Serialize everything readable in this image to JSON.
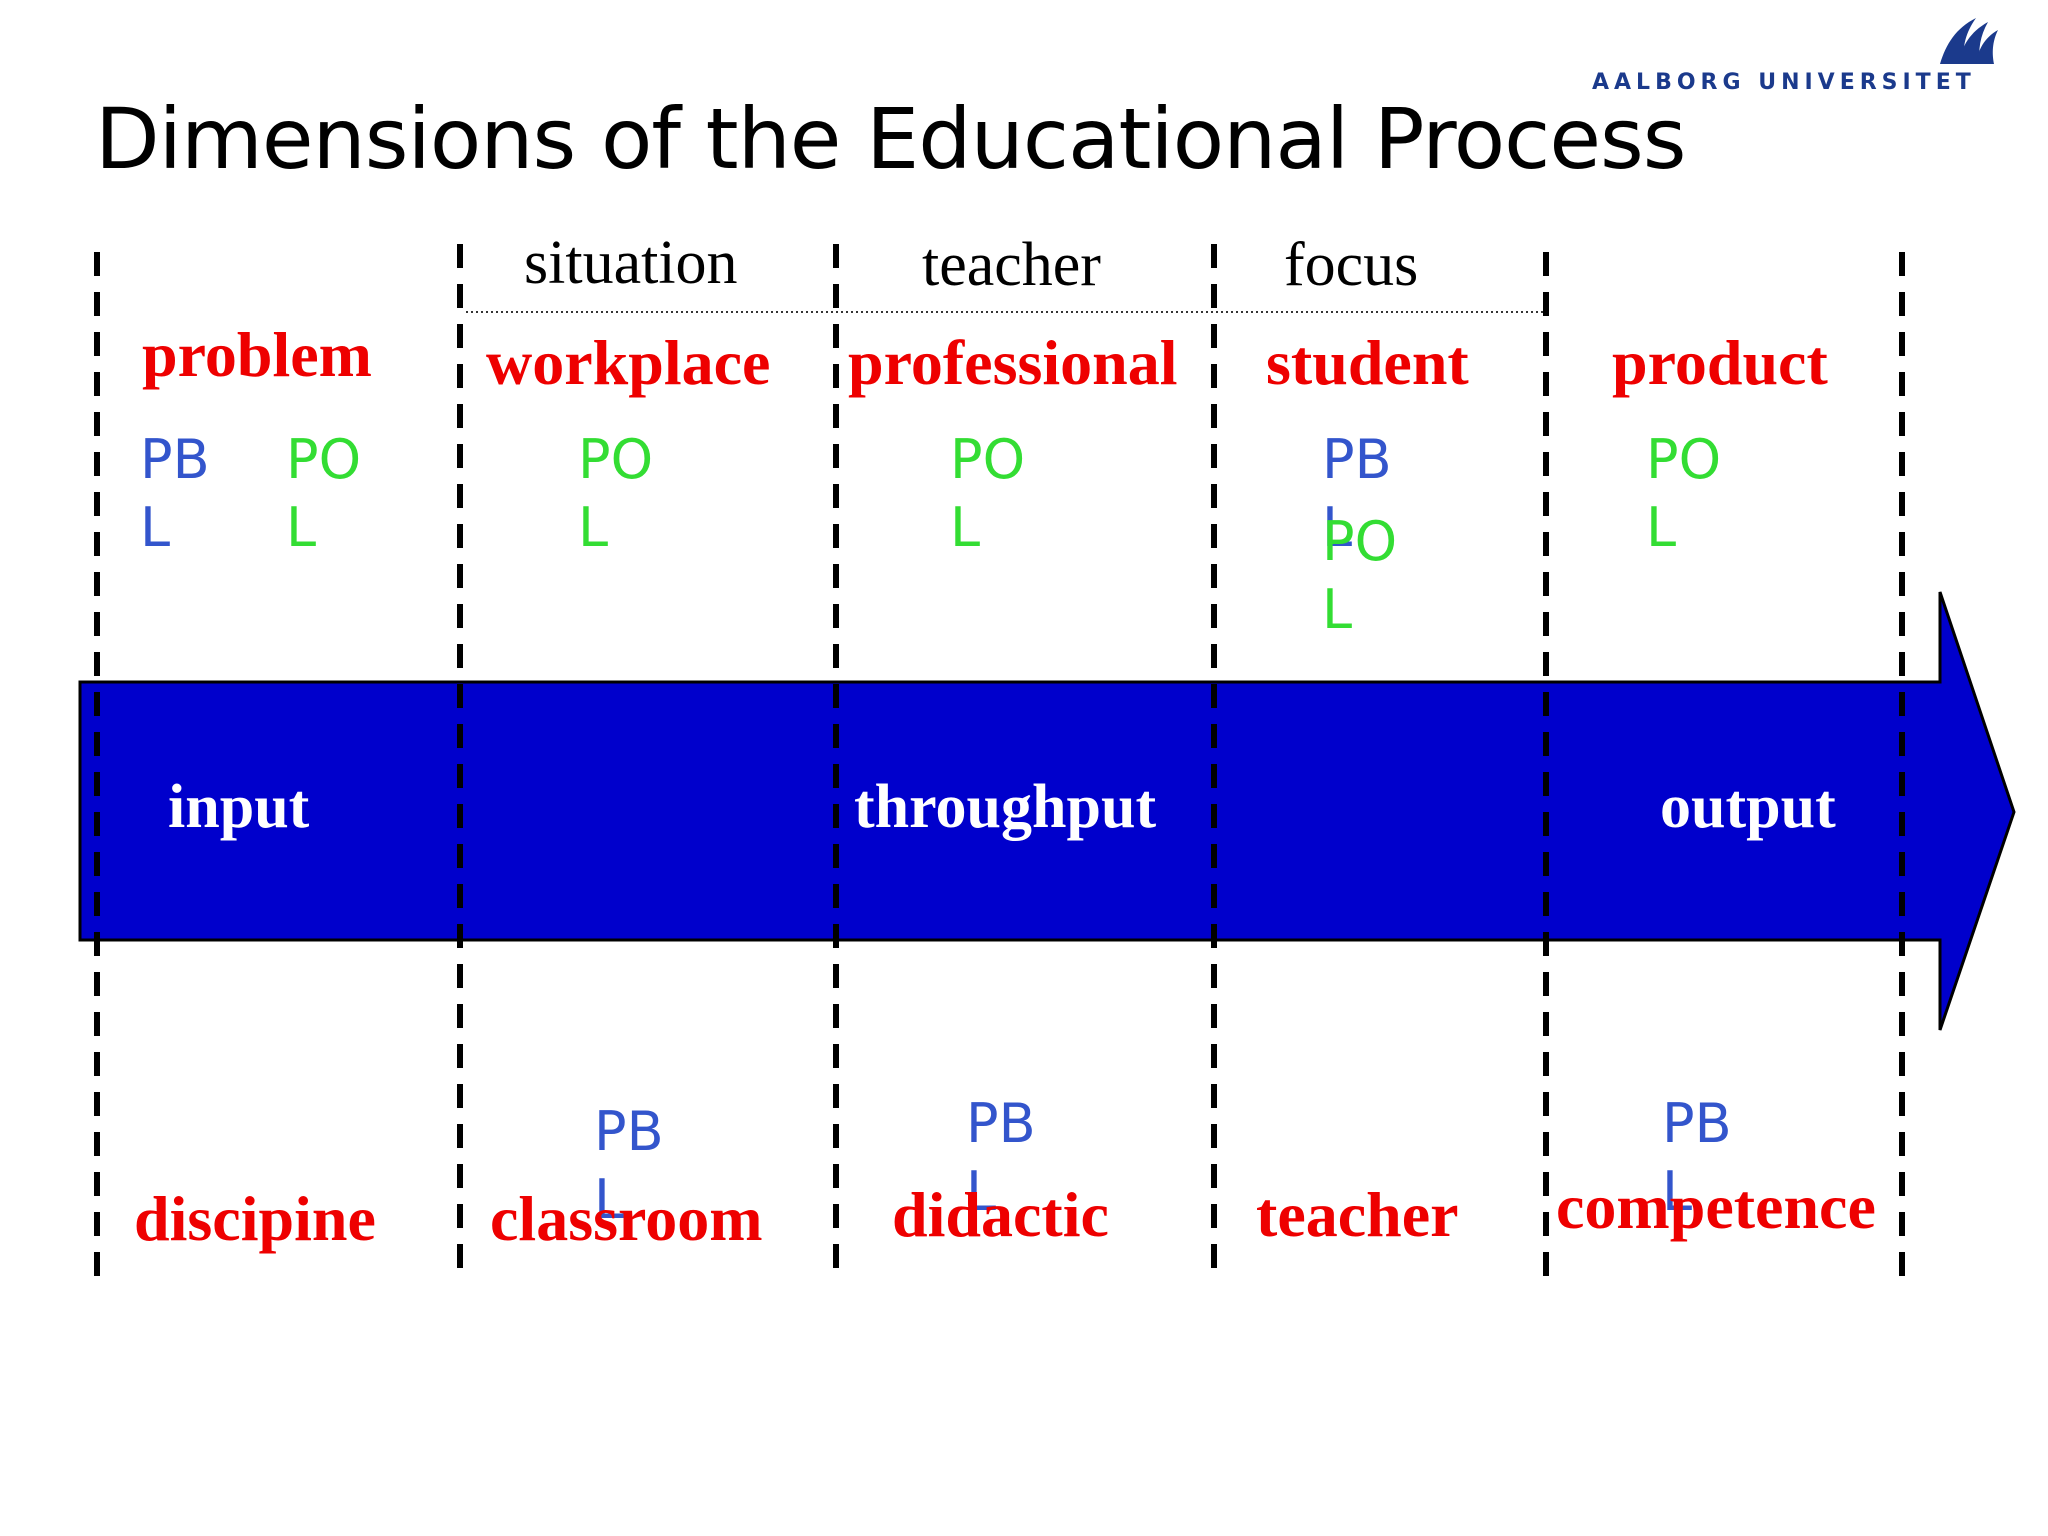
{
  "slide": {
    "title": "Dimensions of the Educational Process",
    "logo_text": "AALBORG UNIVERSITET"
  },
  "headers": {
    "situation": "situation",
    "teacher": "teacher",
    "focus": "focus"
  },
  "top_labels": [
    "problem",
    "workplace",
    "professional",
    "student",
    "product"
  ],
  "arrow_labels": [
    "input",
    "throughput",
    "output"
  ],
  "bottom_labels": [
    "discipine",
    "classroom",
    "didactic",
    "teacher",
    "competence"
  ],
  "tags": {
    "pbl": "PBL",
    "pol": "POL"
  },
  "colors": {
    "arrow_fill": "#0000cc",
    "red_label": "#ee0000",
    "pbl": "#3355cc",
    "pol": "#33dd33"
  }
}
